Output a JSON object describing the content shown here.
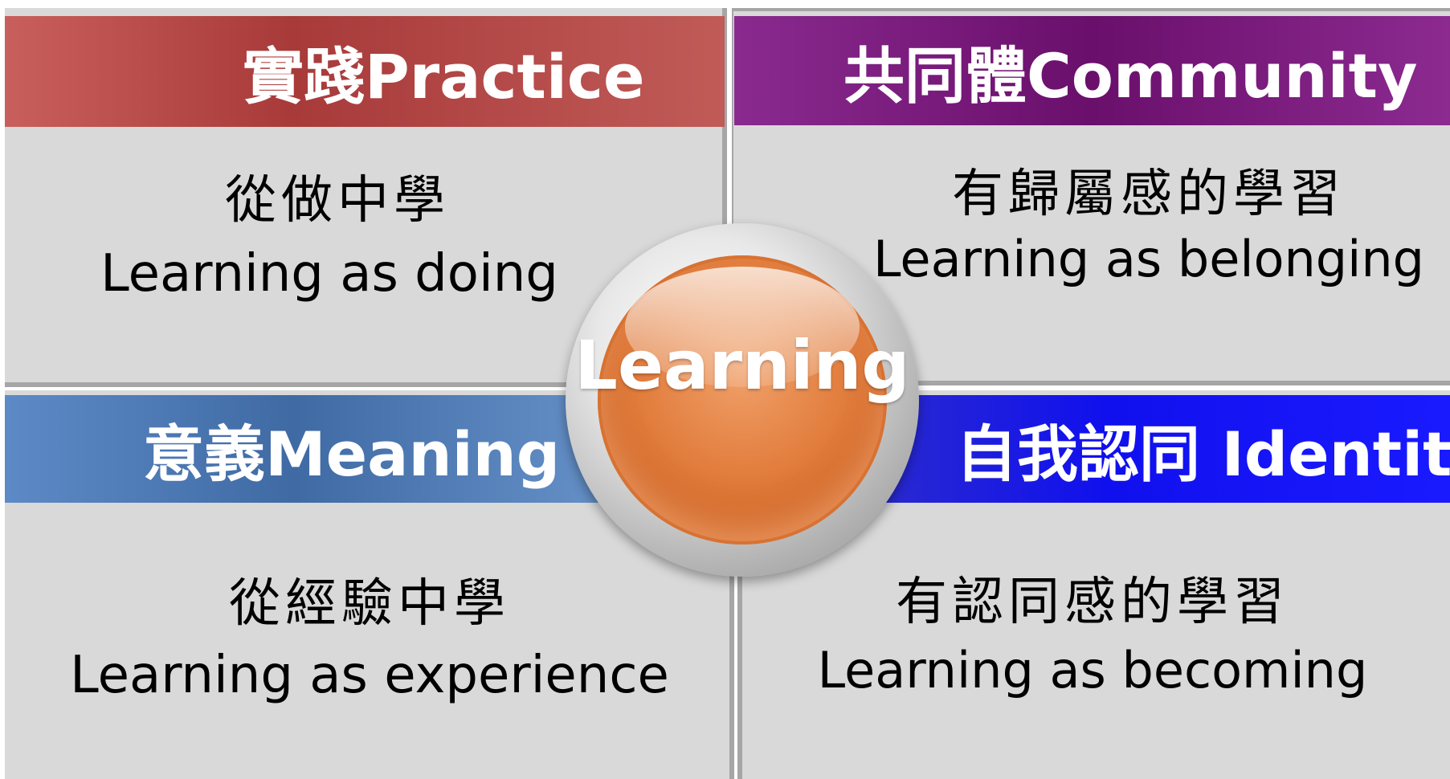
{
  "center": {
    "label": "Learning",
    "color": "#E27E3E"
  },
  "quadrants": [
    {
      "id": "practice",
      "header": "實踐Practice",
      "zh": "從做中學",
      "en": "Learning as doing",
      "color": "#B84A48"
    },
    {
      "id": "community",
      "header": "共同體Community",
      "zh": "有歸屬感的學習",
      "en": "Learning as belonging",
      "color": "#7A1A7D"
    },
    {
      "id": "meaning",
      "header": "意義Meaning",
      "zh": "從經驗中學",
      "en": "Learning as experience",
      "color": "#4F7BB7"
    },
    {
      "id": "identity",
      "header": "自我認同 Identity",
      "zh": "有認同感的學習",
      "en": "Learning as becoming",
      "color": "#1414F0"
    }
  ]
}
